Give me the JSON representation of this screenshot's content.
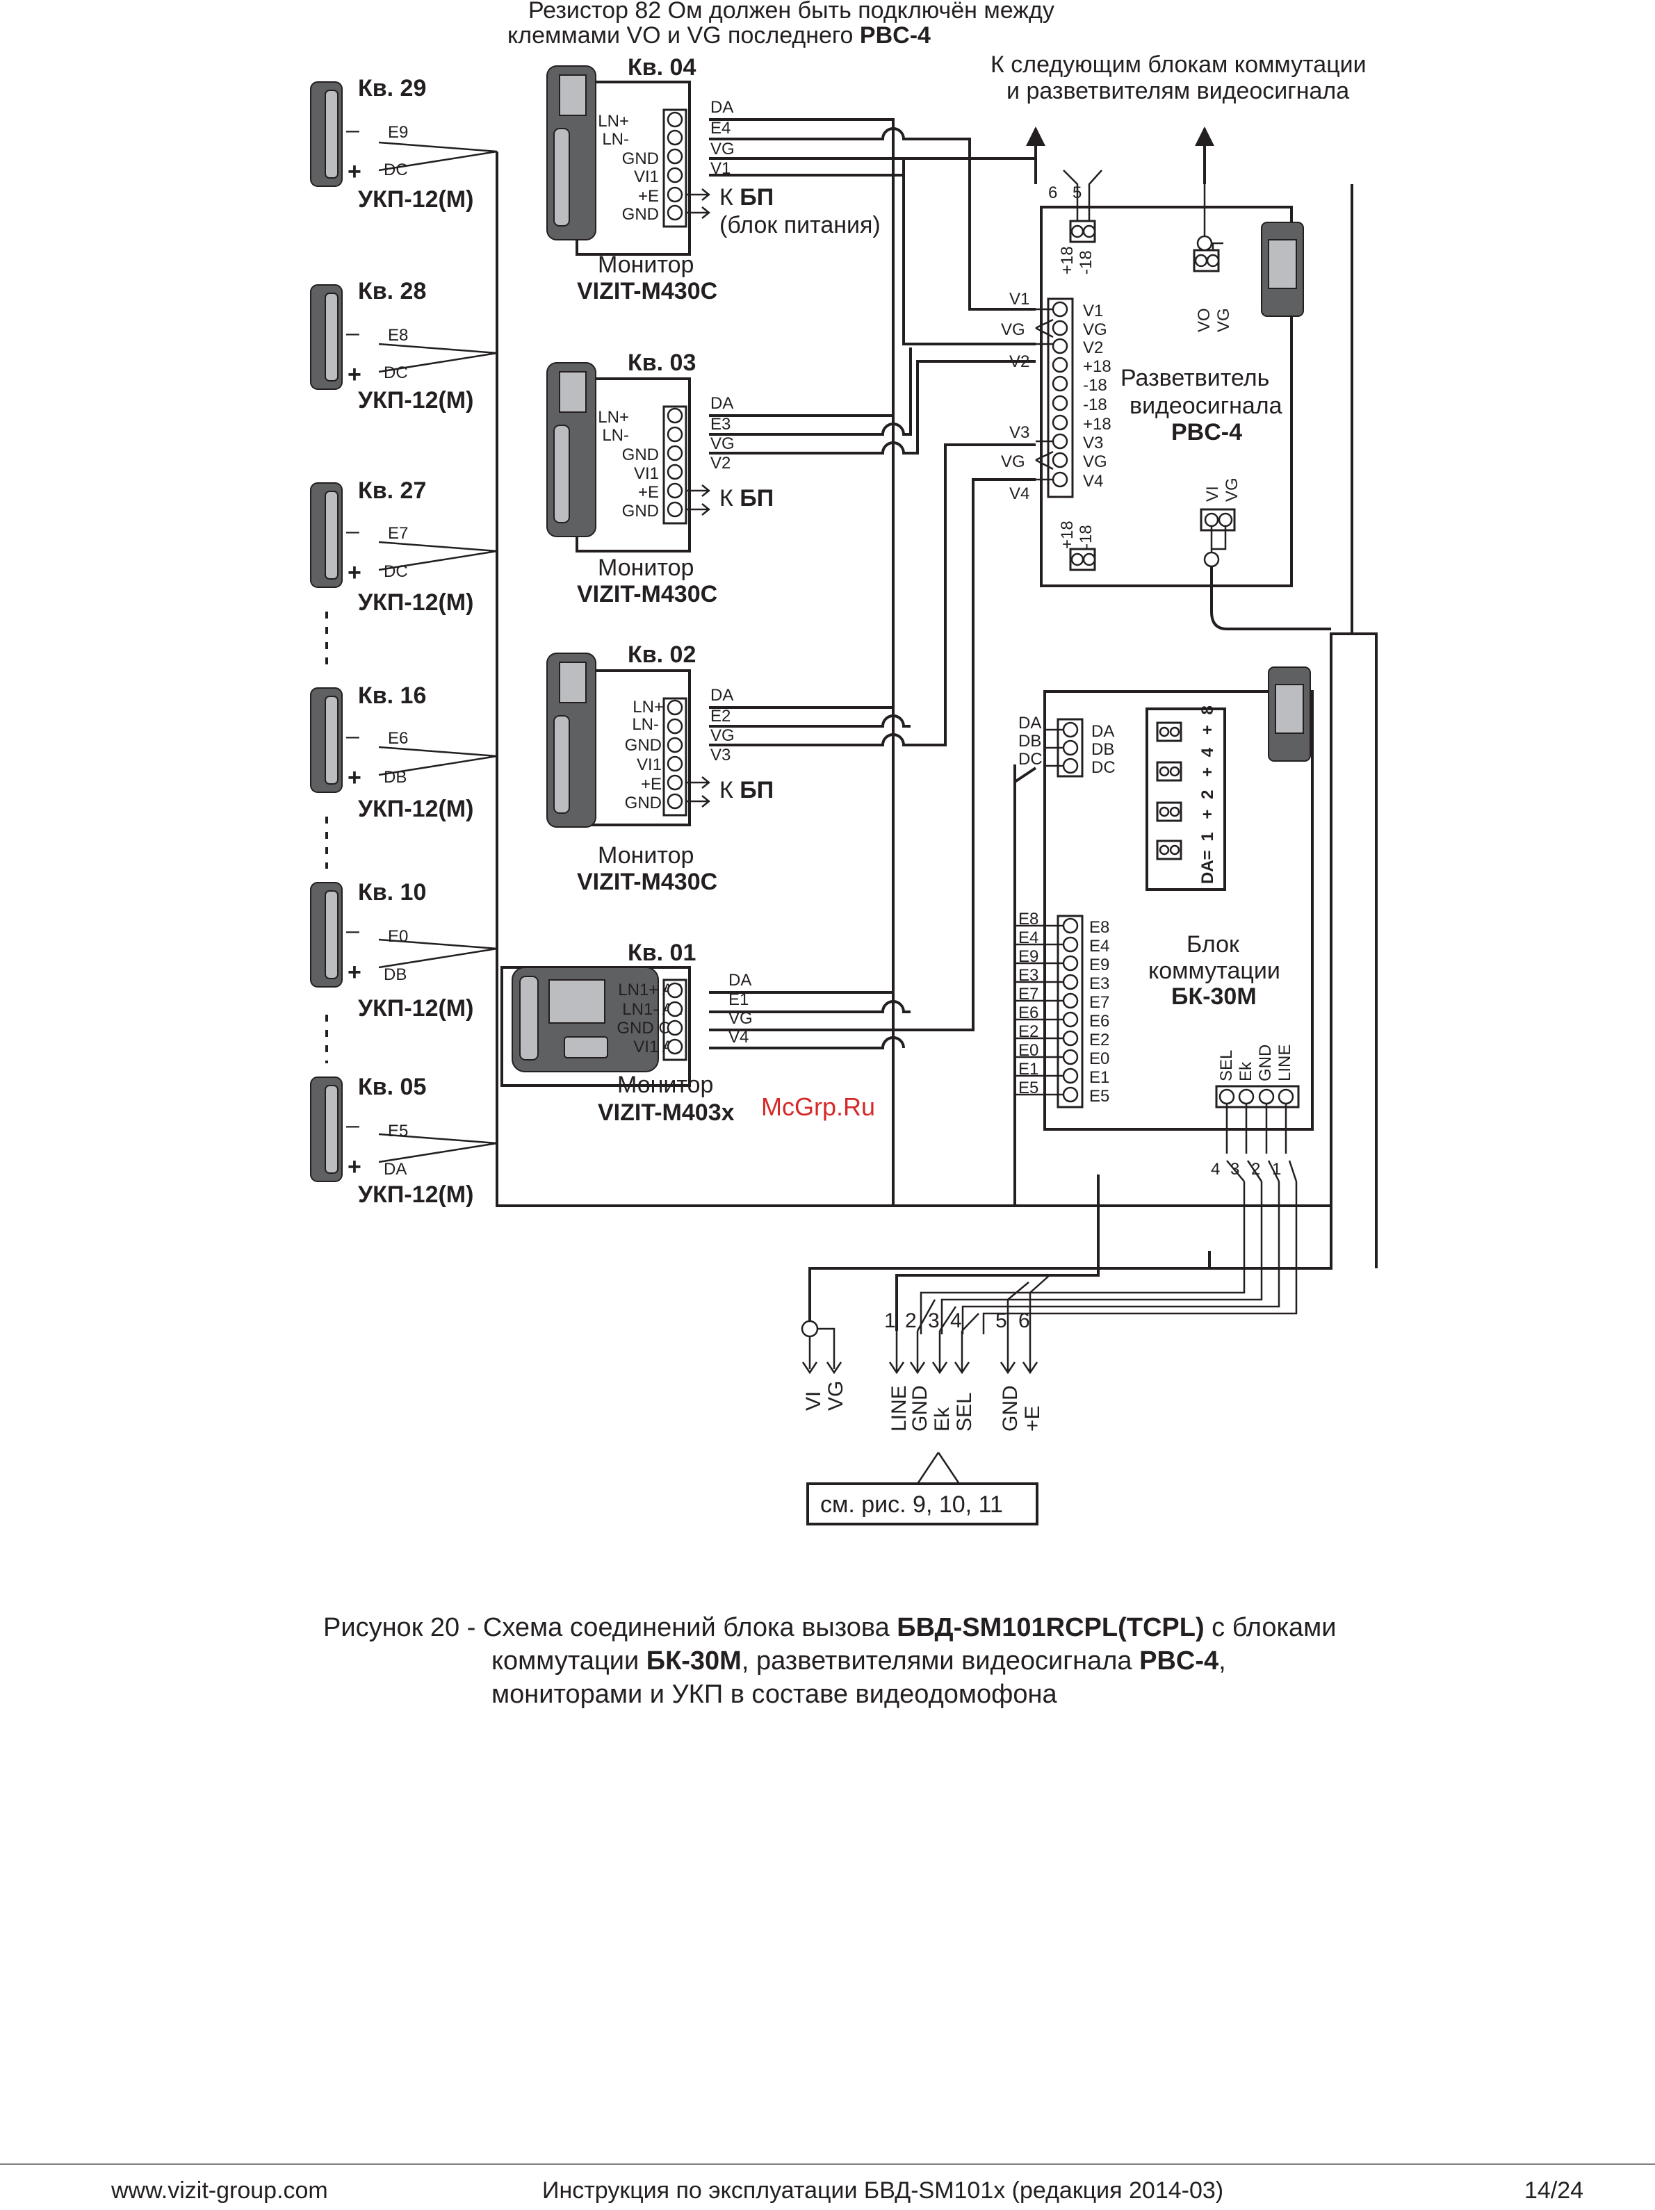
{
  "resistor_note": {
    "line1": "Резистор 82 Ом должен быть подключён между",
    "line2_a": "клеммами VO и VG последнего ",
    "line2_b": "PBC-4"
  },
  "next_blocks_note": {
    "line1": "К следующим блокам коммутации",
    "line2": "и разветвителям видеосигнала"
  },
  "handsets": [
    {
      "apt": "Кв. 29",
      "wire1": "E9",
      "wire2": "DC",
      "model": "УКП-12(М)"
    },
    {
      "apt": "Кв. 28",
      "wire1": "E8",
      "wire2": "DC",
      "model": "УКП-12(М)"
    },
    {
      "apt": "Кв. 27",
      "wire1": "E7",
      "wire2": "DC",
      "model": "УКП-12(М)"
    },
    {
      "apt": "Кв. 16",
      "wire1": "E6",
      "wire2": "DB",
      "model": "УКП-12(М)"
    },
    {
      "apt": "Кв. 10",
      "wire1": "E0",
      "wire2": "DB",
      "model": "УКП-12(М)"
    },
    {
      "apt": "Кв. 05",
      "wire1": "E5",
      "wire2": "DA",
      "model": "УКП-12(М)"
    }
  ],
  "polarity": {
    "minus": "–",
    "plus": "+"
  },
  "monitors": [
    {
      "apt": "Кв. 04",
      "terms": [
        "LN+",
        "LN-",
        "GND",
        "VI1",
        "+E",
        "GND"
      ],
      "wires": [
        "DA",
        "E4",
        "VG",
        "V1"
      ],
      "psu": "К",
      "psu_b": "БП",
      "psu_note": "(блок питания)",
      "label": "Монитор",
      "model": "VIZIT-M430C"
    },
    {
      "apt": "Кв. 03",
      "terms": [
        "LN+",
        "LN-",
        "GND",
        "VI1",
        "+E",
        "GND"
      ],
      "wires": [
        "DA",
        "E3",
        "VG",
        "V2"
      ],
      "psu": "К",
      "psu_b": "БП",
      "psu_note": "",
      "label": "Монитор",
      "model": "VIZIT-M430C"
    },
    {
      "apt": "Кв. 02",
      "terms": [
        "LN+",
        "LN-",
        "GND",
        "VI1",
        "+E",
        "GND"
      ],
      "wires": [
        "DA",
        "E2",
        "VG",
        "V3"
      ],
      "psu": "К",
      "psu_b": "БП",
      "psu_note": "",
      "label": "Монитор",
      "model": "VIZIT-M430C"
    }
  ],
  "monitor01": {
    "apt": "Кв. 01",
    "terms": [
      "LN1+ A2",
      "LN1- A1",
      "GND CC",
      "VI1 A4"
    ],
    "wires": [
      "DA",
      "E1",
      "VG",
      "V4"
    ],
    "label": "Монитор",
    "model": "VIZIT-M403x"
  },
  "rbc": {
    "top_terms": [
      "+18",
      "-18"
    ],
    "top_nums": [
      "6",
      "5"
    ],
    "vo_terms": [
      "VO",
      "VG"
    ],
    "left_terms": [
      "V1",
      "VG",
      "V2",
      "+18",
      "-18",
      "-18",
      "+18",
      "V3",
      "VG",
      "V4"
    ],
    "left_wires": [
      "V1",
      "VG",
      "V2",
      "V3",
      "VG",
      "V4"
    ],
    "vi_terms": [
      "VI",
      "VG"
    ],
    "bottom_terms": [
      "+18",
      "-18"
    ],
    "title1": "Разветвитель",
    "title2": "видеосигнала",
    "model": "PBC-4"
  },
  "bk": {
    "d_terms": [
      "DA",
      "DB",
      "DC"
    ],
    "e_terms": [
      "E8",
      "E4",
      "E9",
      "E3",
      "E7",
      "E6",
      "E2",
      "E0",
      "E1",
      "E5"
    ],
    "jumpers": [
      "DA=",
      "1",
      "+",
      "2",
      "+",
      "4",
      "+",
      "8"
    ],
    "bottom_terms": [
      "SEL",
      "Ek",
      "GND",
      "LINE"
    ],
    "bottom_nums": [
      "4",
      "3",
      "2",
      "1"
    ],
    "title1": "Блок",
    "title2": "коммутации",
    "model": "БК-30М"
  },
  "connector": {
    "nums": [
      "1",
      "2",
      "3",
      "4",
      "5",
      "6"
    ],
    "video": [
      "VI",
      "VG"
    ],
    "line": [
      "LINE",
      "GND",
      "Ek",
      "SEL"
    ],
    "power": [
      "GND",
      "+E"
    ],
    "ref": "см. рис. 9, 10, 11"
  },
  "watermark": "McGrp.Ru",
  "caption": {
    "l1a": "Рисунок 20 - Схема соединений блока вызова ",
    "l1b": "БВД-SM101RCPL(TCPL)",
    "l1c": " с блоками",
    "l2a": "коммутации ",
    "l2b": "БК-30М",
    "l2c": ", разветвителями видеосигнала ",
    "l2d": "PBC-4",
    "l2e": ",",
    "l3": "мониторами и УКП в составе видеодомофона"
  },
  "footer": {
    "site": "www.vizit-group.com",
    "doc": "Инструкция по эксплуатации БВД-SM101x (редакция 2014-03)",
    "page": "14/24"
  }
}
